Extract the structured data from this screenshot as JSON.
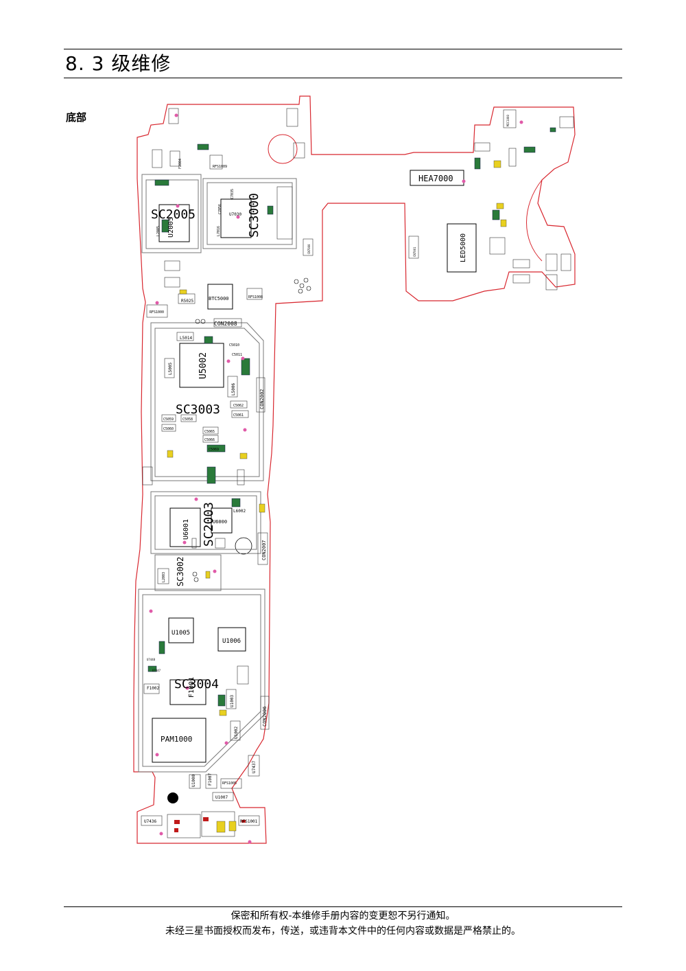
{
  "header": {
    "title": "8. 3 级维修"
  },
  "section": {
    "label": "底部"
  },
  "board": {
    "big_labels": [
      "SC2005",
      "SC3000",
      "SC3003",
      "SC2003",
      "SC3002",
      "SC3004"
    ],
    "ic_labels": [
      "U2005",
      "U7030",
      "HEA7000",
      "LED5000",
      "BTC5000",
      "CON2008",
      "U5002",
      "CON2002",
      "U6001",
      "U6000",
      "CON2007",
      "U1005",
      "U1006",
      "F1002",
      "F1001",
      "U1003",
      "U1002",
      "CON2006",
      "PAM1000",
      "U1000",
      "F1007",
      "U1007",
      "U7436",
      "RFS1001",
      "RFS1005",
      "U7437",
      "L6002",
      "L5006",
      "L5005",
      "L5014",
      "R5025",
      "RFS1000",
      "RFS1009",
      "RFS1008",
      "C5010",
      "C5011",
      "C5062",
      "C5061",
      "C5059",
      "C5058",
      "C5060",
      "C5065",
      "C5066",
      "C5069",
      "F2004",
      "L7016",
      "C7056",
      "C7035",
      "L2005",
      "CN7000",
      "CN7001",
      "L2003",
      "U7447",
      "U7448",
      "MIC1000"
    ]
  },
  "footer": {
    "line1": "保密和所有权-本维修手册内容的变更恕不另行通知。",
    "line2": "未经三星书面授权而发布，传送，或违背本文件中的任何内容或数据是严格禁止的。"
  }
}
